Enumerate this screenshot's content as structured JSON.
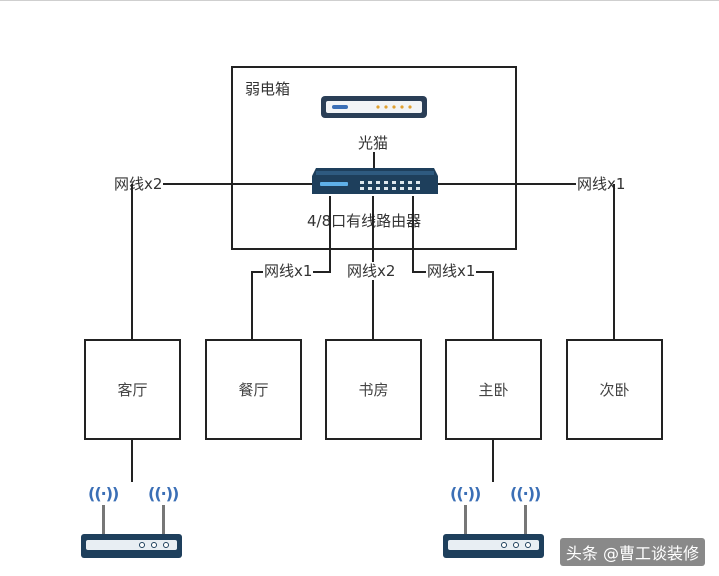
{
  "cabinet": {
    "title": "弱电箱"
  },
  "modem": {
    "label": "光猫"
  },
  "router": {
    "label": "4/8口有线路由器"
  },
  "cables": {
    "left": "网线x2",
    "right": "网线x1",
    "dining": "网线x1",
    "study": "网线x2",
    "master": "网线x1"
  },
  "rooms": {
    "living": "客厅",
    "dining": "餐厅",
    "study": "书房",
    "master": "主卧",
    "second": "次卧"
  },
  "signals": {
    "symbol": "((·))"
  },
  "watermark": {
    "text": "头条 @曹工谈装修"
  },
  "colors": {
    "router": "#1e3f5c",
    "modem": "#2a3e56",
    "accent_blue": "#3b6fb6"
  }
}
